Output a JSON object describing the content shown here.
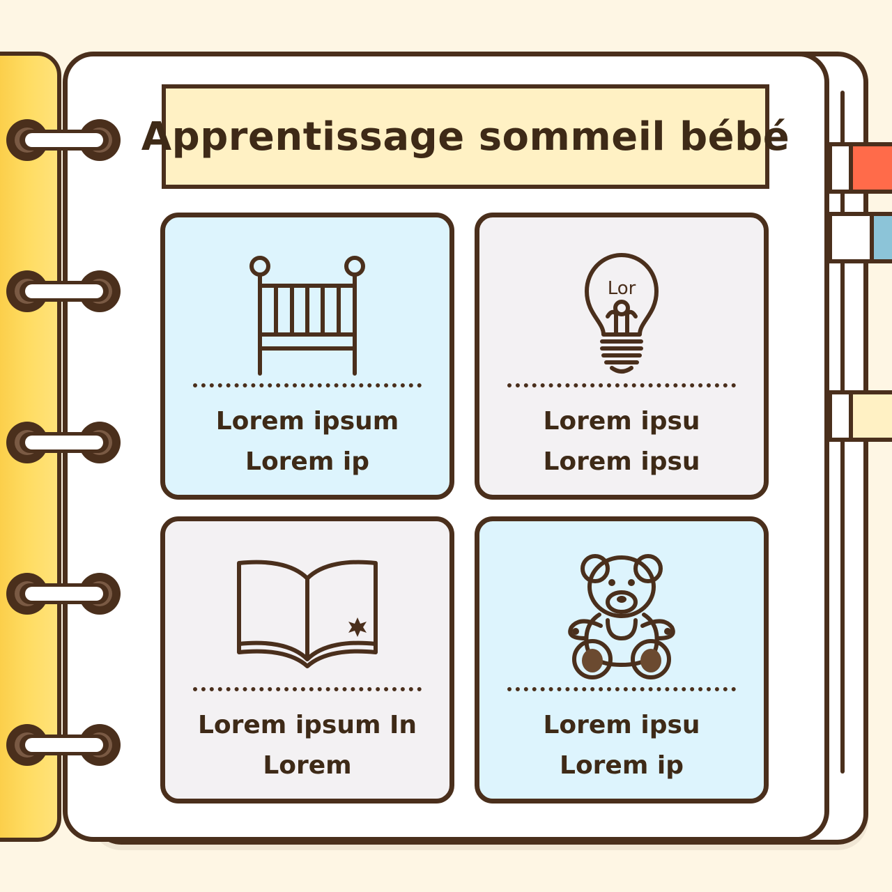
{
  "title": "Apprentissage sommeil bébé",
  "colors": {
    "outline": "#4A2F1C",
    "background": "#FEF6E4",
    "cover": "#FFD84D",
    "title_fill": "#FFF1C4",
    "card_blue": "#DDF4FD",
    "card_gray": "#F3F1F3",
    "tab_red": "#FF6B4A",
    "tab_blue": "#8CC4D8",
    "tab_cream": "#FFF1C4"
  },
  "cards": [
    {
      "icon": "crib-icon",
      "line1": "Lorem ipsum",
      "line2": "Lorem ip",
      "fill": "#DDF4FD"
    },
    {
      "icon": "lightbulb-icon",
      "icon_text": "Lor",
      "line1": "Lorem ipsu",
      "line2": "Lorem ipsu",
      "fill": "#F3F1F3"
    },
    {
      "icon": "open-book-icon",
      "line1": "Lorem ipsum In",
      "line2": "Lorem",
      "fill": "#F3F1F3"
    },
    {
      "icon": "teddy-bear-icon",
      "line1": "Lorem ipsu",
      "line2": "Lorem ip",
      "fill": "#DDF4FD"
    }
  ]
}
